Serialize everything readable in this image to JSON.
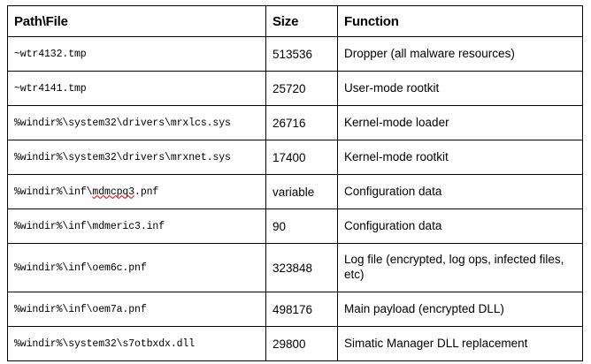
{
  "table": {
    "headers": [
      "Path\\File",
      "Size",
      "Function"
    ],
    "rows": [
      {
        "path_prefix": "~wtr4132.tmp",
        "path_misspelled": "",
        "path_suffix": "",
        "size": "513536",
        "function": "Dropper (all malware resources)"
      },
      {
        "path_prefix": "~wtr4141.tmp",
        "path_misspelled": "",
        "path_suffix": "",
        "size": "25720",
        "function": "User-mode rootkit"
      },
      {
        "path_prefix": "%windir%\\system32\\drivers\\mrxlcs.sys",
        "path_misspelled": "",
        "path_suffix": "",
        "size": "26716",
        "function": "Kernel-mode loader"
      },
      {
        "path_prefix": "%windir%\\system32\\drivers\\mrxnet.sys",
        "path_misspelled": "",
        "path_suffix": "",
        "size": "17400",
        "function": "Kernel-mode rootkit"
      },
      {
        "path_prefix": "%windir%\\inf\\",
        "path_misspelled": "mdmcpq3",
        "path_suffix": ".pnf",
        "size": "variable",
        "function": "Configuration data"
      },
      {
        "path_prefix": "%windir%\\inf\\mdmeric3.inf",
        "path_misspelled": "",
        "path_suffix": "",
        "size": "90",
        "function": "Configuration data"
      },
      {
        "path_prefix": "%windir%\\inf\\oem6c.pnf",
        "path_misspelled": "",
        "path_suffix": "",
        "size": "323848",
        "function": "Log file (encrypted, log ops, infected files, etc)"
      },
      {
        "path_prefix": "%windir%\\inf\\oem7a.pnf",
        "path_misspelled": "",
        "path_suffix": "",
        "size": "498176",
        "function": "Main payload (encrypted DLL)"
      },
      {
        "path_prefix": "%windir%\\system32\\s7otbxdx.dll",
        "path_misspelled": "",
        "path_suffix": "",
        "size": "29800",
        "function": "Simatic Manager DLL replacement"
      }
    ]
  },
  "colors": {
    "border": "#000000",
    "text": "#000000",
    "background": "#ffffff",
    "spellcheck_underline": "#e02020"
  }
}
